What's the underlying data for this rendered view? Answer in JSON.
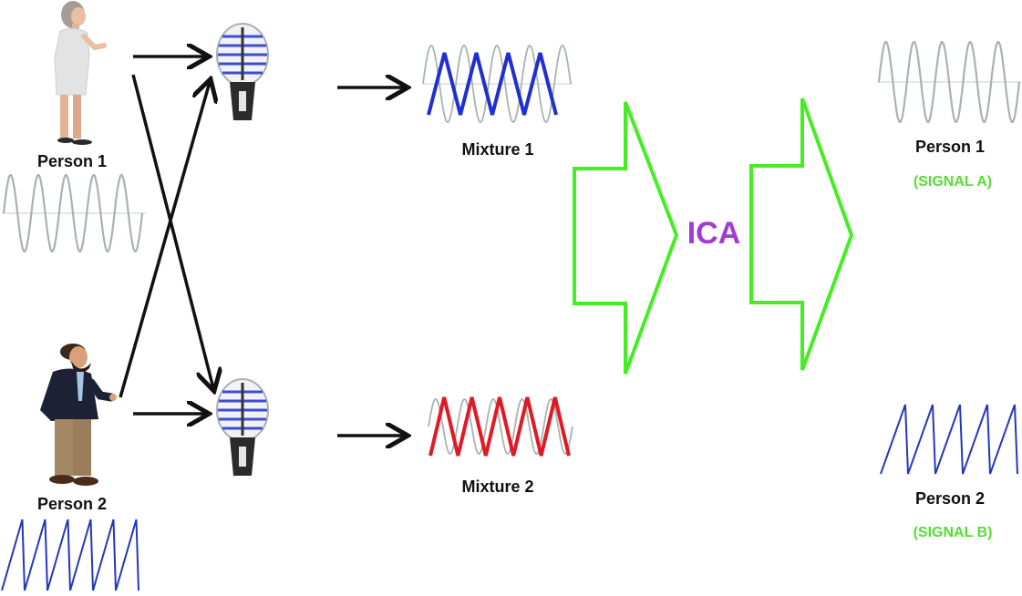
{
  "people": [
    {
      "label": "Person 1"
    },
    {
      "label": "Person 2"
    }
  ],
  "mixtures": [
    {
      "label": "Mixture 1",
      "color": "#1f2fd0"
    },
    {
      "label": "Mixture 2",
      "color": "#e01a24"
    }
  ],
  "method": {
    "label": "ICA",
    "color": "#a33bd1"
  },
  "outputs": [
    {
      "label": "Person 1",
      "signal_label": "(SIGNAL A)"
    },
    {
      "label": "Person 2",
      "signal_label": "(SIGNAL B)"
    }
  ],
  "colors": {
    "sine_wave": "#a9b3ae",
    "sawtooth_wave": "#2538b8",
    "arrow": "#111111",
    "big_arrow_outline": "#44ee22",
    "signal_label": "#55dd33"
  }
}
